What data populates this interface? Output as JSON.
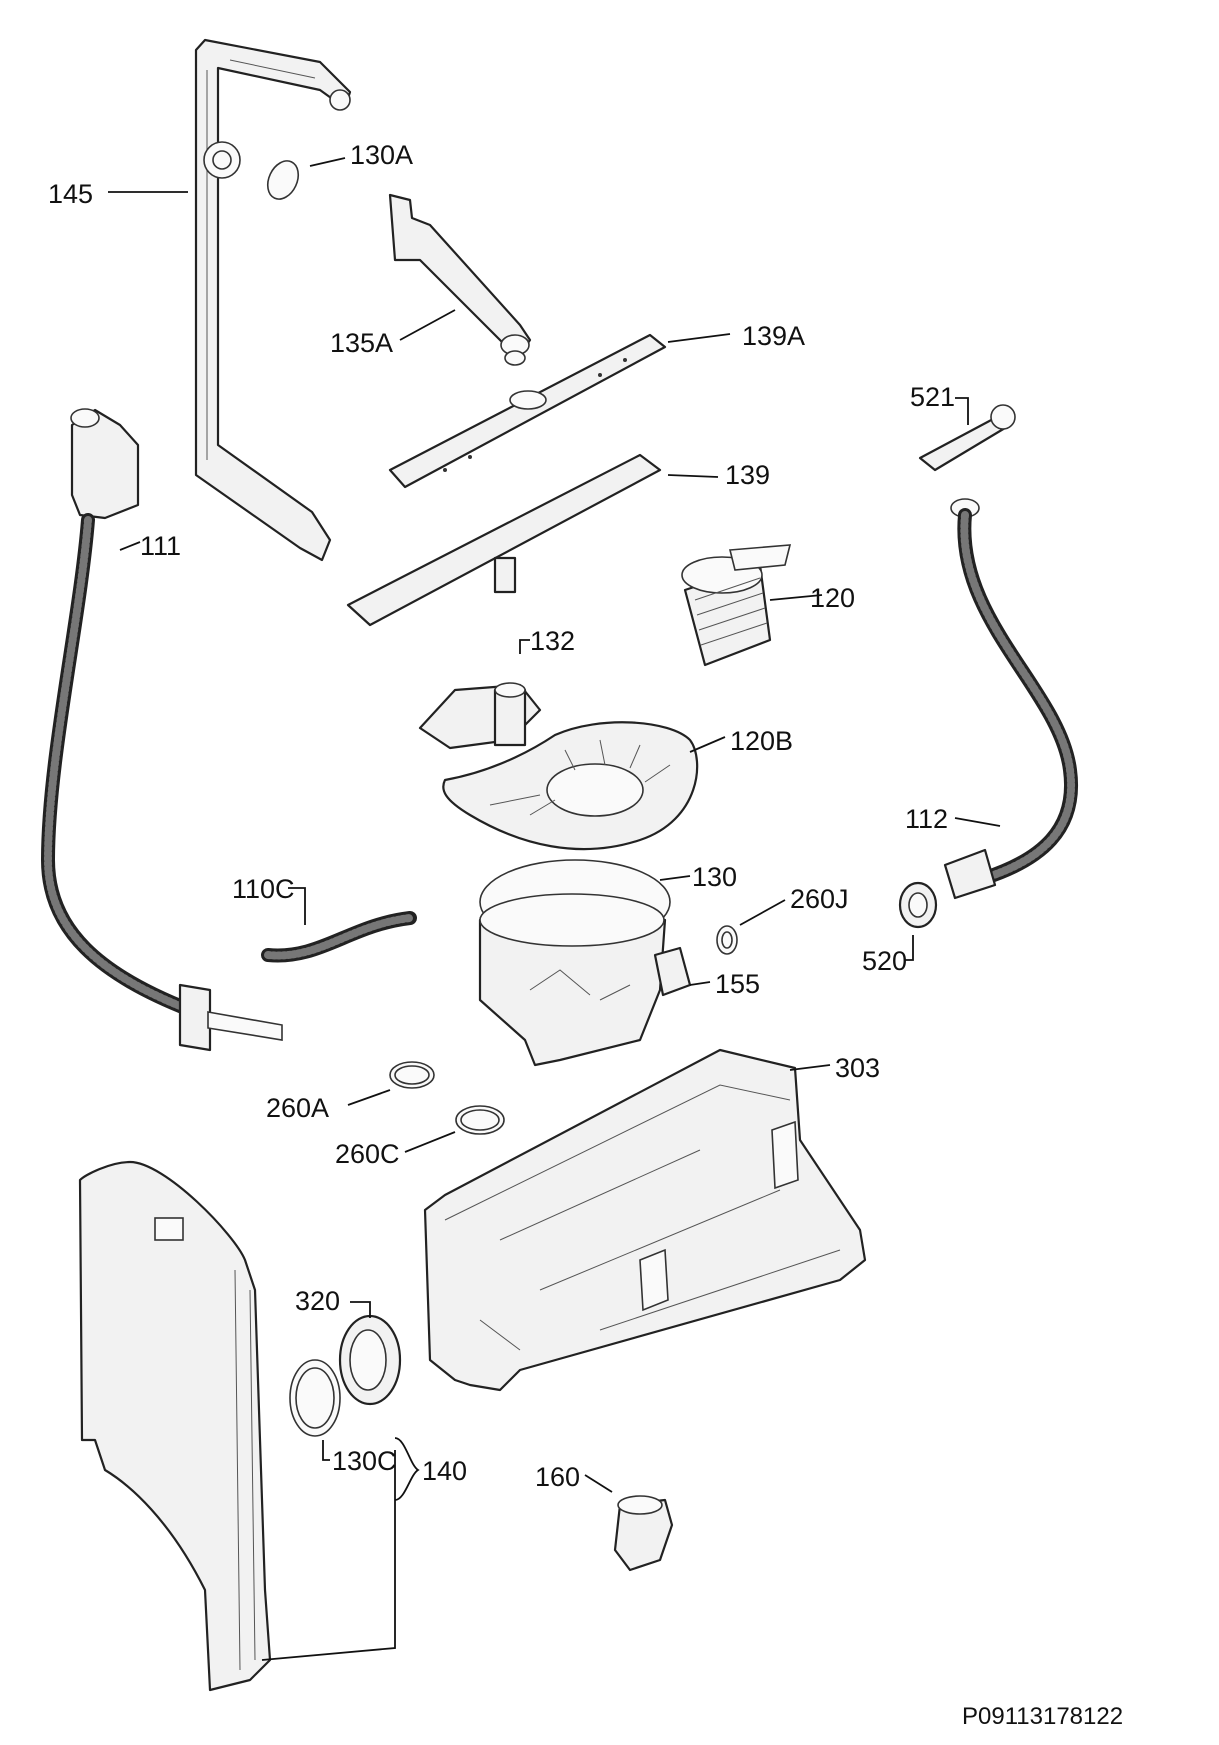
{
  "diagram": {
    "document_code": "P09113178122",
    "callouts": {
      "c145": "145",
      "c130a": "130A",
      "c135a": "135A",
      "c139a": "139A",
      "c521": "521",
      "c139": "139",
      "c111": "111",
      "c120": "120",
      "c132": "132",
      "c120b": "120B",
      "c112": "112",
      "c110c": "110C",
      "c130": "130",
      "c260j": "260J",
      "c520": "520",
      "c155": "155",
      "c303": "303",
      "c260a": "260A",
      "c260c": "260C",
      "c320": "320",
      "c130c": "130C",
      "c140": "140",
      "c160": "160"
    }
  }
}
